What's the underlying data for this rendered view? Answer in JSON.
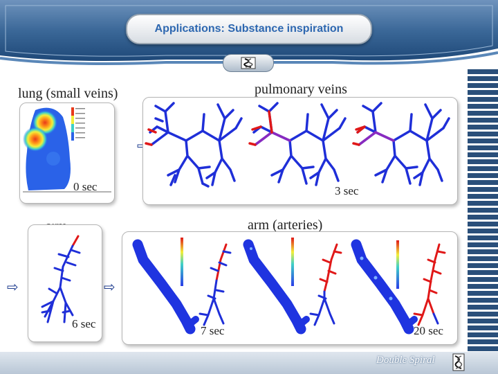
{
  "slide": {
    "title": "Applications: Substance inspiration",
    "brand": "Double Spiral"
  },
  "labels": {
    "lung": "lung (small veins)",
    "pulmonary": "pulmonary veins",
    "arm": "arm",
    "arm_arteries": "arm (arteries)"
  },
  "times": {
    "t0": "0 sec",
    "t3": "3 sec",
    "t6": "6 sec",
    "t7": "7 sec",
    "t20": "20 sec"
  },
  "colors": {
    "vessel": "#1f2fd8",
    "infused": "#e01818",
    "mixed": "#8a2abf",
    "header_blue": "#2a5d93",
    "title_text": "#2d67b0"
  },
  "icons": [
    "right-arrow-icon",
    "double-spiral-logo-icon"
  ]
}
